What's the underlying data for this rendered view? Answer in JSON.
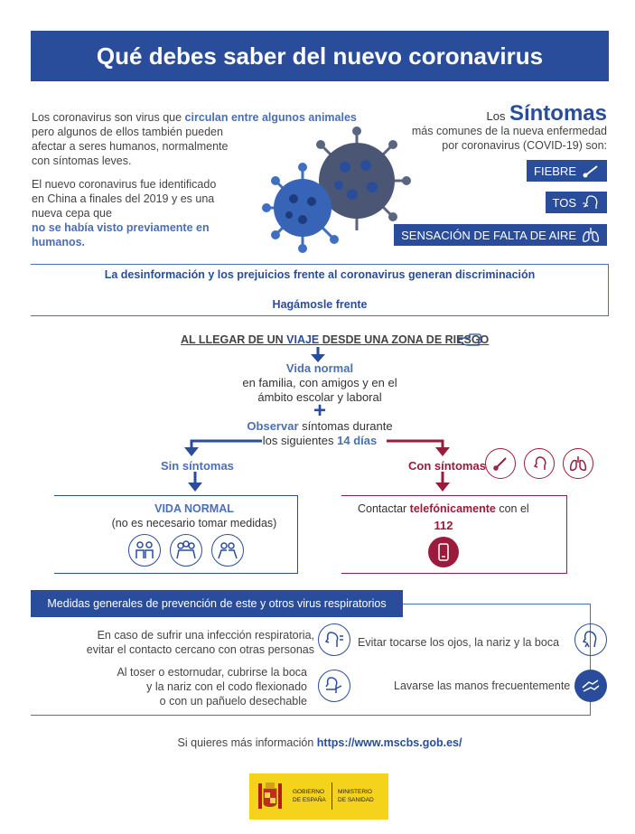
{
  "title": "Qué debes saber del nuevo coronavirus",
  "intro": {
    "p1_a": "Los coronavirus son virus que ",
    "p1_highlight": "circulan entre algunos animales",
    "p1_b": " pero algunos de ellos también pueden afectar a seres humanos, normalmente con síntomas leves.",
    "p2_a": "El nuevo coronavirus fue identificado en China a finales del 2019 y es una nueva cepa que",
    "p2_highlight": "no se había visto previamente en humanos."
  },
  "symptoms": {
    "prefix": "Los",
    "heading": "Síntomas",
    "subtitle": "más comunes de la nueva enfermedad por coronavirus (COVID-19) son:",
    "items": [
      "FIEBRE",
      "TOS",
      "SENSACIÓN DE FALTA DE AIRE"
    ],
    "icons": [
      "thermometer-icon",
      "cough-icon",
      "lungs-icon"
    ]
  },
  "discrimination": {
    "line1": "La desinformación y los prejuicios frente al coronavirus generan discriminación",
    "line2": "Hagámosle frente"
  },
  "flow": {
    "arrival_a": "AL LLEGAR DE UN ",
    "arrival_viaje": "VIAJE",
    "arrival_b": " DESDE UNA ZONA DE RIESGO",
    "vida_normal_title": "Vida normal",
    "vida_normal_text1": "en familia, con amigos y en el",
    "vida_normal_text2": "ámbito escolar y laboral",
    "plus": "+",
    "observar": "Observar",
    "observar_text": " síntomas durante",
    "observar_text2_a": "los siguientes ",
    "observar_days": "14 días",
    "sin_sintomas": "Sin síntomas",
    "con_sintomas": "Con síntomas",
    "vida_normal_caps": "VIDA NORMAL",
    "no_medidas": "(no es necesario tomar medidas)",
    "contactar_a": "Contactar ",
    "contactar_b": "telefónicamente",
    "contactar_c": " con el",
    "phone": "112"
  },
  "prevention": {
    "header": "Medidas generales de prevención de este y otros virus respiratorios",
    "m1_l1": "En caso de sufrir una infección respiratoria,",
    "m1_l2": "evitar el contacto cercano con otras personas",
    "m2": "Evitar tocarse los ojos, la nariz y la boca",
    "m3_l1": "Al toser o estornudar, cubrirse la boca",
    "m3_l2": "y la nariz con el codo flexionado",
    "m3_l3": "o con un pañuelo desechable",
    "m4": "Lavarse las manos frecuentemente"
  },
  "more_info": {
    "text": "Si quieres más información ",
    "link": "https://www.mscbs.gob.es/"
  },
  "footer": {
    "gov_l1": "GOBIERNO",
    "gov_l2": "DE ESPAÑA",
    "min_l1": "MINISTERIO",
    "min_l2": "DE SANIDAD"
  },
  "colors": {
    "primary": "#2a4d9b",
    "accent_light": "#4a6fb5",
    "red": "#9b1b3c",
    "footer_yellow": "#f5d21c"
  }
}
